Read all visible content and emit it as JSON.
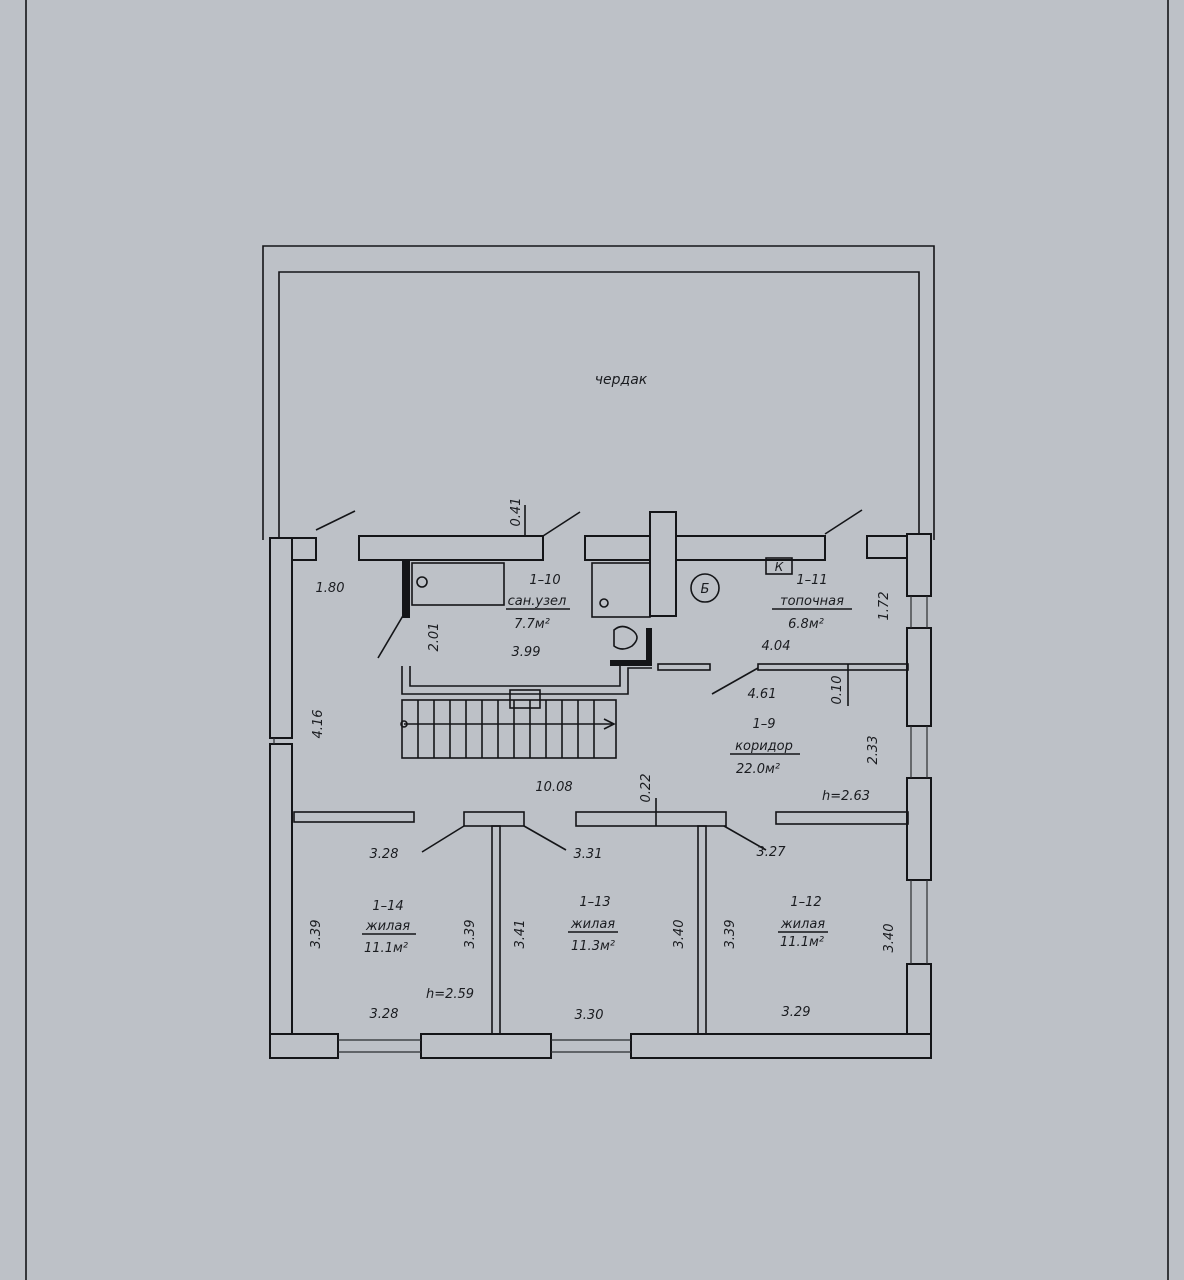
{
  "rooms": {
    "attic": {
      "name": "чердак"
    },
    "bath": {
      "id": "1–10",
      "name": "сан.узел",
      "area": "7.7м²"
    },
    "boiler": {
      "id": "1–11",
      "name": "топочная",
      "area": "6.8м²",
      "mark": "К"
    },
    "corridor": {
      "id": "1–9",
      "name": "коридор",
      "area": "22.0м²",
      "height": "h=2.63"
    },
    "room12": {
      "id": "1–12",
      "name": "жилая",
      "area": "11.1м²"
    },
    "room13": {
      "id": "1–13",
      "name": "жилая",
      "area": "11.3м²"
    },
    "room14": {
      "id": "1–14",
      "name": "жилая",
      "area": "11.1м²",
      "height": "h=2.59"
    }
  },
  "axis_marker": "Б",
  "dimensions": {
    "d_041": "0.41",
    "d_180": "1.80",
    "d_201": "2.01",
    "d_399": "3.99",
    "d_172": "1.72",
    "d_404": "4.04",
    "d_461": "4.61",
    "d_010": "0.10",
    "d_416": "4.16",
    "d_233": "2.33",
    "d_1008": "10.08",
    "d_022": "0.22",
    "d_328a": "3.28",
    "d_331": "3.31",
    "d_327": "3.27",
    "d_339a": "3.39",
    "d_339b": "3.39",
    "d_341": "3.41",
    "d_340a": "3.40",
    "d_339c": "3.39",
    "d_340b": "3.40",
    "d_328b": "3.28",
    "d_330": "3.30",
    "d_329": "3.29"
  },
  "colors": {
    "paper": "#bdc1c7",
    "ink": "#141518"
  }
}
